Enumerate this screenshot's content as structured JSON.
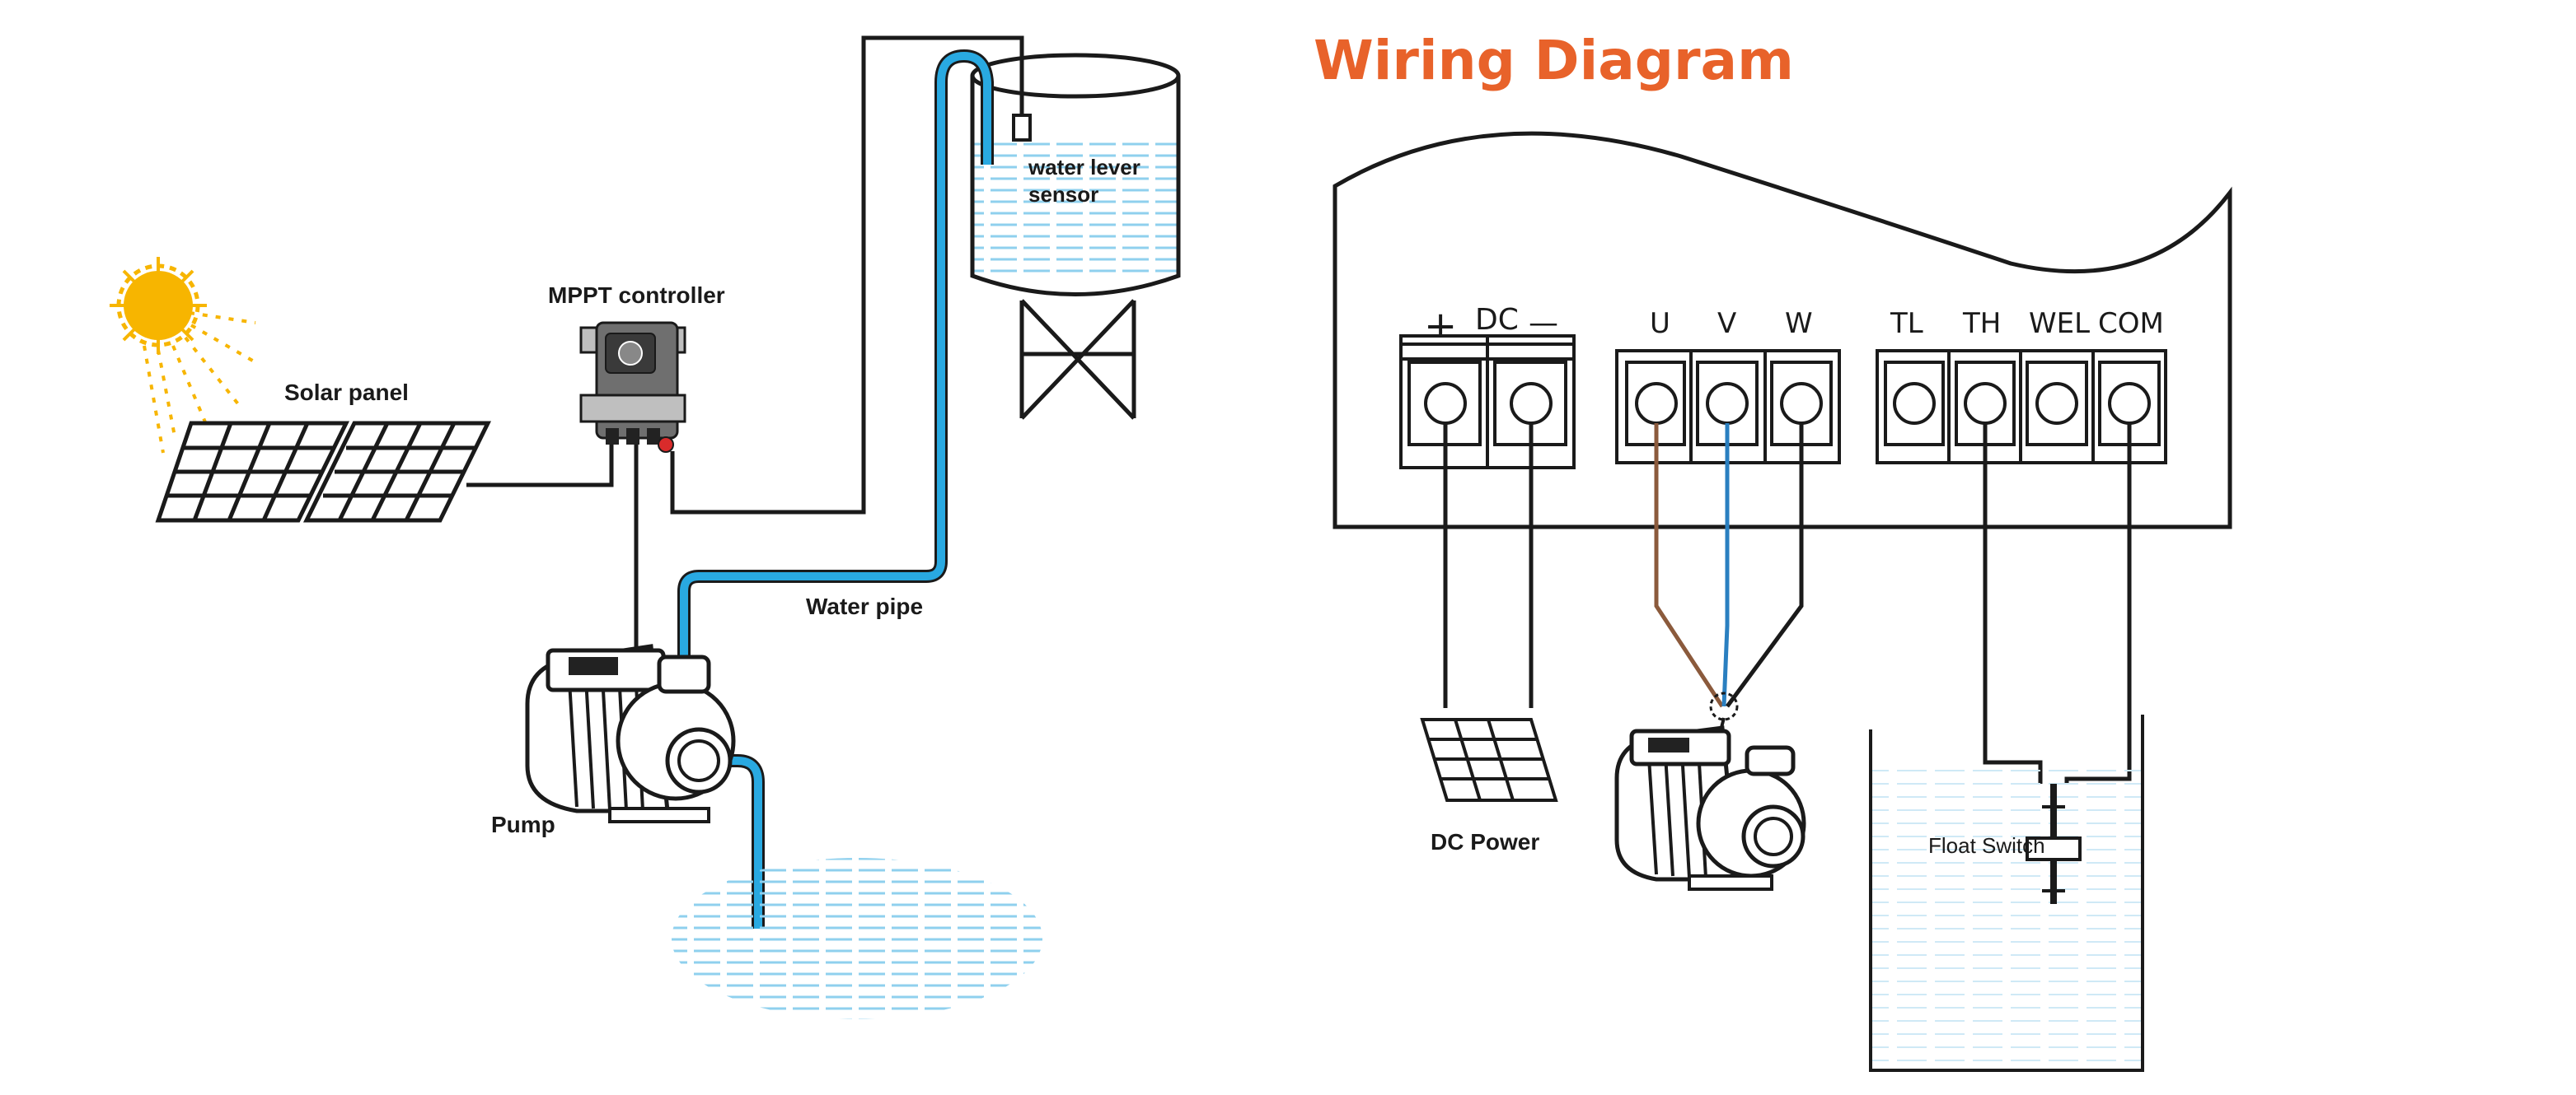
{
  "colors": {
    "title": "#E8622A",
    "pipe": "#29A9E1",
    "water": "#8FD0EE",
    "sun": "#F7B500",
    "wire_u": "#8B5A3C",
    "wire_v": "#2A7FC0",
    "wire": "#1a1a1a",
    "controller_body": "#6F6F6F",
    "controller_switch": "#D92B2B"
  },
  "left_diagram": {
    "solar_panel_label": "Solar panel",
    "controller_label": "MPPT controller",
    "sensor_label_line1": "water lever",
    "sensor_label_line2": "sensor",
    "pipe_label": "Water pipe",
    "pump_label": "Pump",
    "icons": [
      "sun-icon",
      "solar-panel-icon",
      "mppt-controller-icon",
      "water-tank-icon",
      "pump-icon",
      "water-source-icon"
    ]
  },
  "right_diagram": {
    "title": "Wiring Diagram",
    "dc_label": "DC",
    "dc_plus": "+",
    "dc_minus": "—",
    "terminals": [
      "U",
      "V",
      "W",
      "TL",
      "TH",
      "WEL",
      "COM"
    ],
    "dc_power_label": "DC Power",
    "float_switch_label": "Float Switch",
    "icons": [
      "solar-panel-icon",
      "pump-icon",
      "float-switch-icon",
      "water-tank-icon"
    ]
  }
}
